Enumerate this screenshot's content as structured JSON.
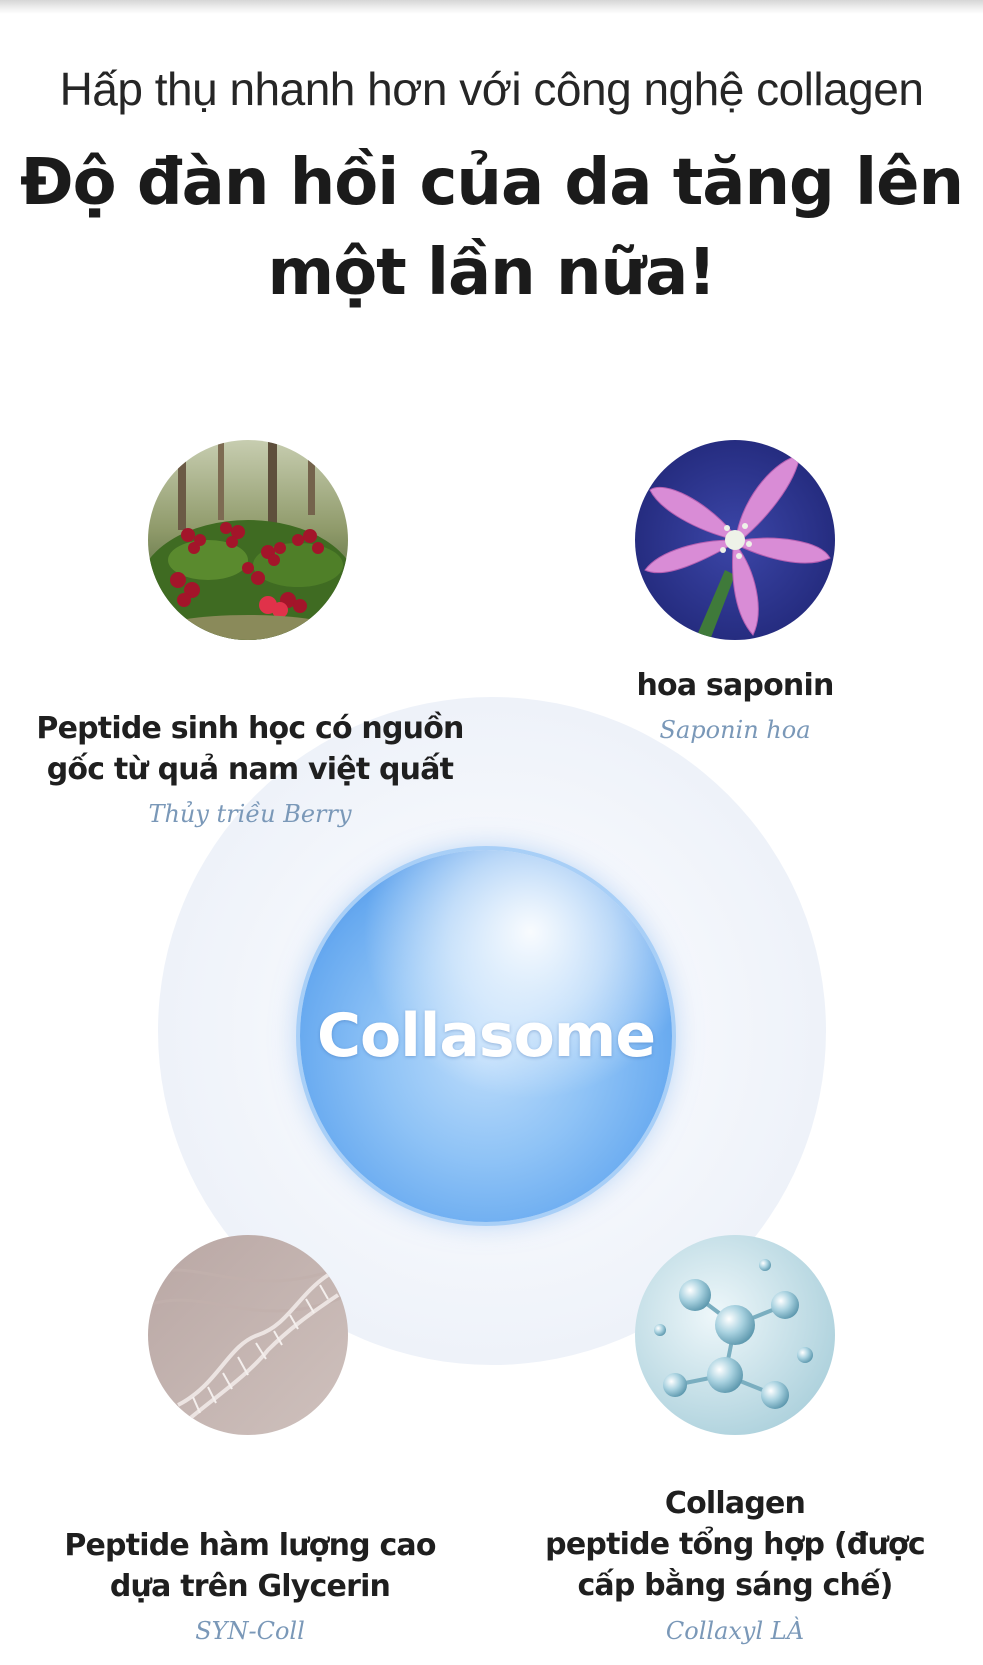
{
  "subtitle": "Hấp thụ nhanh hơn với công nghệ collagen",
  "headline": {
    "line1": "Độ đàn hồi của da tăng lên",
    "line2": "một lần nữa!"
  },
  "center": {
    "label": "Collasome"
  },
  "ingredients": [
    {
      "name_lines": [
        "Peptide sinh học có nguồn",
        "gốc từ quả nam việt quất"
      ],
      "subtitle": "Thủy triều Berry",
      "icon": "cranberry-image"
    },
    {
      "name_lines": [
        "hoa saponin"
      ],
      "subtitle": "Saponin hoa",
      "icon": "saponin-flower-image"
    },
    {
      "name_lines": [
        "Peptide hàm lượng cao",
        "dựa trên Glycerin"
      ],
      "subtitle": "SYN-Coll",
      "icon": "dna-image"
    },
    {
      "name_lines": [
        "Collagen",
        "peptide tổng hợp (được",
        "cấp bằng sáng chế)"
      ],
      "subtitle": "Collaxyl LÀ",
      "icon": "molecule-image"
    }
  ],
  "colors": {
    "accent_blue": "#68aaf0",
    "subtitle_blue": "#7a98b8",
    "halo": "#eef2f9"
  }
}
